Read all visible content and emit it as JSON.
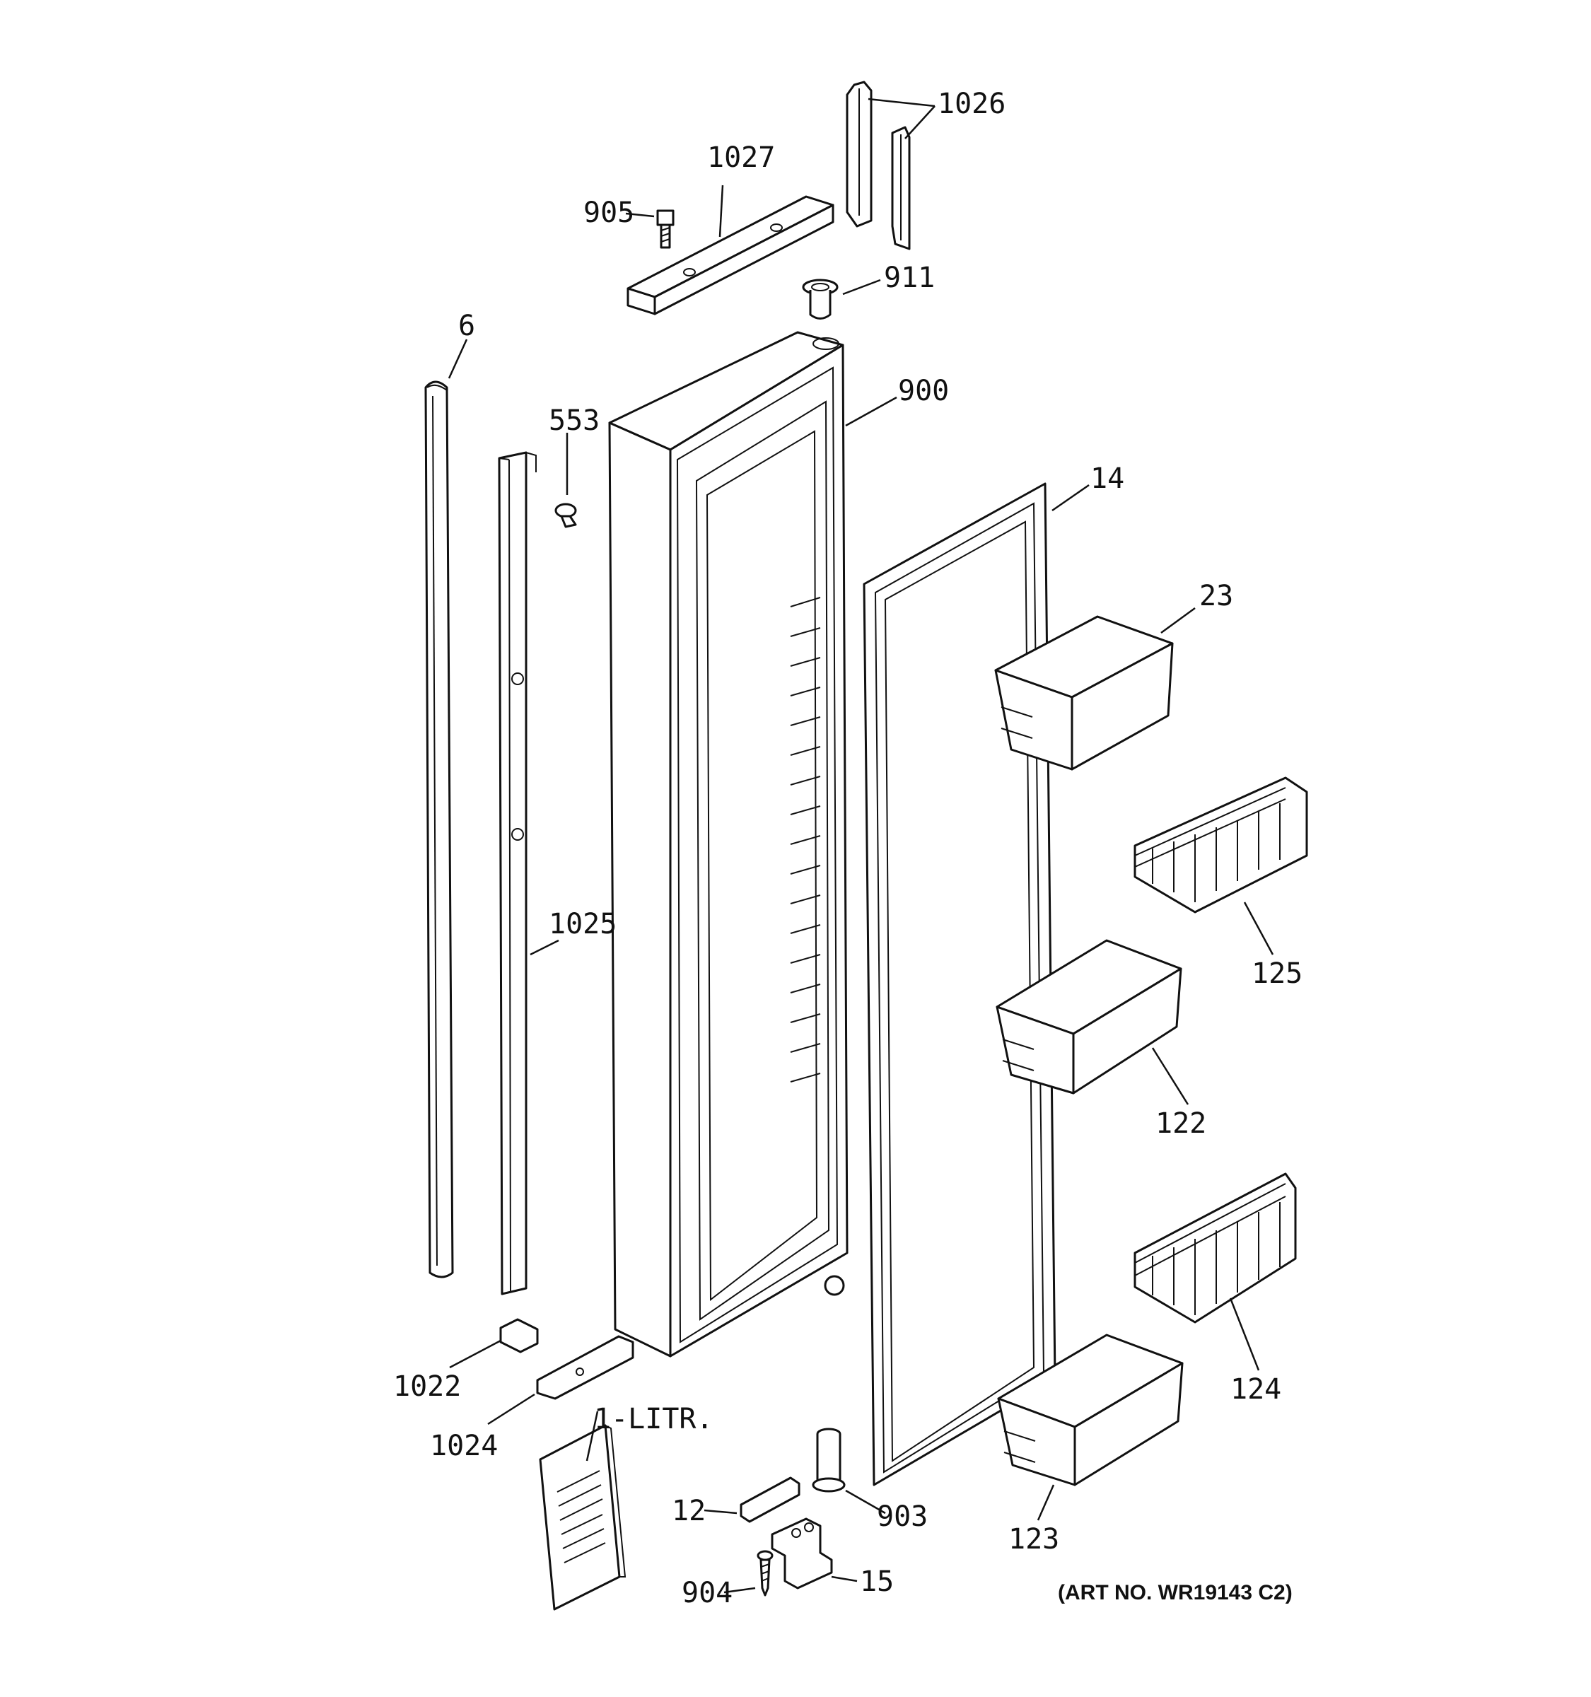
{
  "diagram": {
    "art_number": "(ART NO. WR19143 C2)",
    "callouts": {
      "p1026": "1026",
      "p1027": "1027",
      "p905": "905",
      "p911": "911",
      "p6": "6",
      "p553": "553",
      "p900": "900",
      "p14": "14",
      "p23": "23",
      "p1025": "1025",
      "p125": "125",
      "p122": "122",
      "p1022": "1022",
      "p1024": "1024",
      "p1litr": "1-LITR.",
      "p124": "124",
      "p12": "12",
      "p903": "903",
      "p123": "123",
      "p904": "904",
      "p15": "15"
    }
  }
}
